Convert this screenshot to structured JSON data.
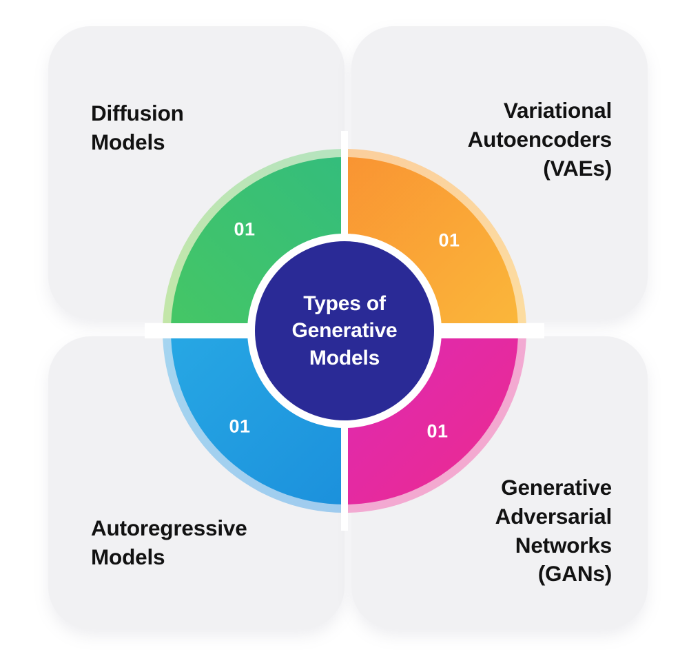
{
  "title": "Types of Generative Models Diagram",
  "center": {
    "label": "Types of\nGenerative\nModels",
    "color": "#2A2A96",
    "text_color": "#FFFFFF"
  },
  "canvas": {
    "background": "#FFFFFF",
    "card_background": "#F1F1F3",
    "card_text_color": "#121212"
  },
  "quadrants": [
    {
      "position": "top-left",
      "number": "01",
      "title": "Diffusion\nModels",
      "arc_gradient_from": "#2BB887",
      "arc_gradient_to": "#4ECB5A",
      "halo_from": "#AEE3CB",
      "halo_to": "#CBE79C"
    },
    {
      "position": "top-right",
      "number": "01",
      "title": "Variational\nAutoencoders\n(VAEs)",
      "arc_gradient_from": "#F9822E",
      "arc_gradient_to": "#FAC93F",
      "halo_from": "#FBC79B",
      "halo_to": "#FCE4A2"
    },
    {
      "position": "bottom-left",
      "number": "01",
      "title": "Autoregressive\nModels",
      "arc_gradient_from": "#2DB3E8",
      "arc_gradient_to": "#1685D8",
      "halo_from": "#A8DAF0",
      "halo_to": "#9CC6EE"
    },
    {
      "position": "bottom-right",
      "number": "01",
      "title": "Generative\nAdversarial\nNetworks\n(GANs)",
      "arc_gradient_from": "#EC2A8E",
      "arc_gradient_to": "#CE2BD9",
      "halo_from": "#F5A8CC",
      "halo_to": "#EAAEE6"
    }
  ]
}
